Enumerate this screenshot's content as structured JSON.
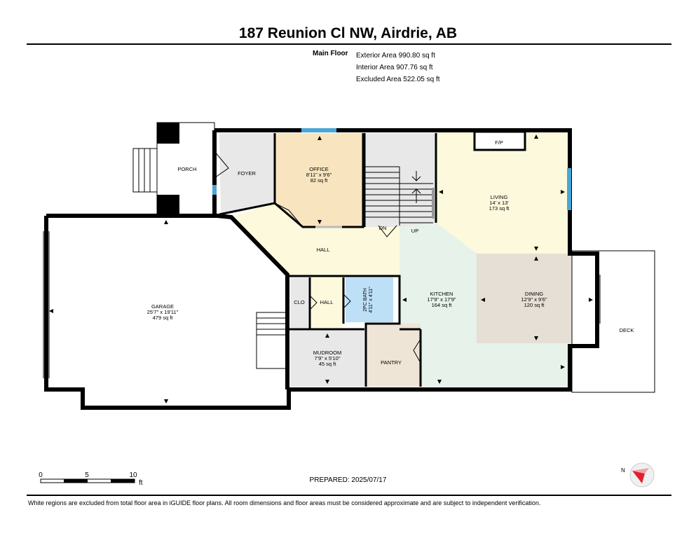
{
  "header": {
    "title": "187 Reunion Cl NW, Airdrie, AB",
    "floor_name": "Main Floor",
    "areas": [
      "Exterior Area 990.80 sq ft",
      "Interior Area 907.76 sq ft",
      "Excluded Area 522.05 sq ft"
    ]
  },
  "rooms": {
    "porch": {
      "name": "PORCH"
    },
    "foyer": {
      "name": "FOYER"
    },
    "office": {
      "name": "OFFICE",
      "dims": "8'11\" x 9'6\"",
      "area": "82 sq ft"
    },
    "living": {
      "name": "LIVING",
      "dims": "14' x 13'",
      "area": "173 sq ft"
    },
    "fp": {
      "name": "F/P"
    },
    "hall_main": {
      "name": "HALL"
    },
    "dn": {
      "name": "DN"
    },
    "up": {
      "name": "UP"
    },
    "garage": {
      "name": "GARAGE",
      "dims": "25'7\" x 19'11\"",
      "area": "479 sq ft"
    },
    "clo": {
      "name": "CLO"
    },
    "hall_small": {
      "name": "HALL"
    },
    "bath": {
      "name": "2PC BATH",
      "dims": "4'11\" x 4'11\""
    },
    "kitchen": {
      "name": "KITCHEN",
      "dims": "17'9\" x 17'9\"",
      "area": "164 sq ft"
    },
    "dining": {
      "name": "DINING",
      "dims": "12'9\" x 9'6\"",
      "area": "120 sq ft"
    },
    "deck": {
      "name": "DECK"
    },
    "mudroom": {
      "name": "MUDROOM",
      "dims": "7'9\" x 5'10\"",
      "area": "45 sq ft"
    },
    "pantry": {
      "name": "PANTRY"
    }
  },
  "scale": {
    "ticks": [
      "0",
      "5",
      "10"
    ],
    "unit": "ft"
  },
  "compass": {
    "label": "N"
  },
  "prepared": "PREPARED: 2025/07/17",
  "footnote": "White regions are excluded from total floor area in iGUIDE floor plans. All room dimensions and floor areas must be considered approximate and are subject to independent verification.",
  "colors": {
    "office": "#f8e5bf",
    "hall": "#fdf9dc",
    "living": "#fdf9dc",
    "kitchen": "#e6f2ea",
    "dining": "#e6dfd5",
    "bath": "#bde0f7",
    "grey": "#e8e8e8",
    "pantry": "#efe5d6",
    "window": "#49a6d6",
    "compass": "#e0202e"
  }
}
